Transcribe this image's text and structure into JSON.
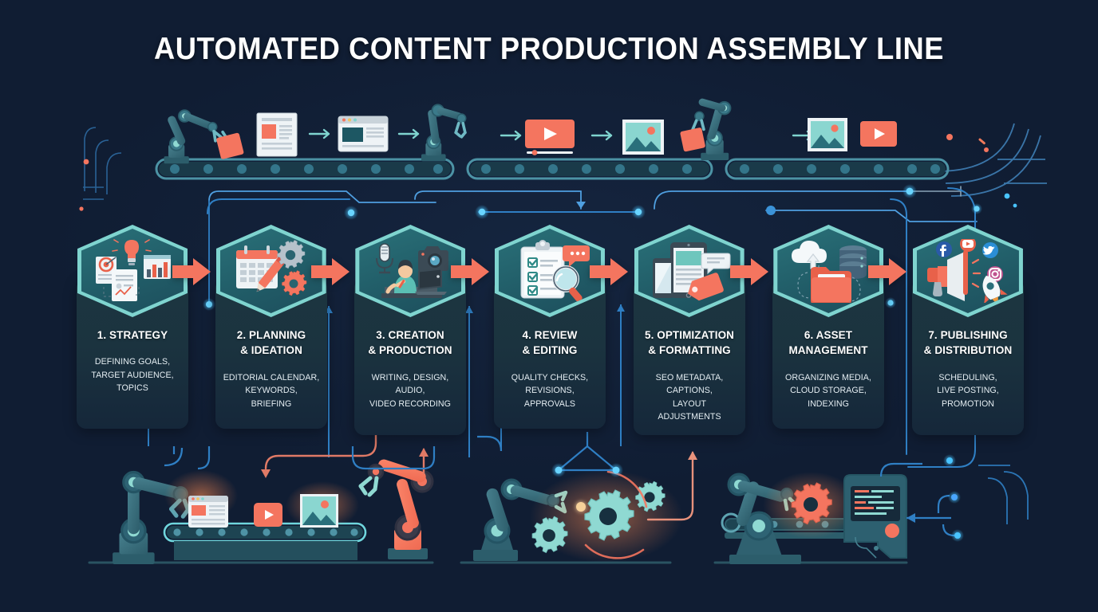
{
  "header": {
    "title": "AUTOMATED CONTENT PRODUCTION ASSEMBLY LINE"
  },
  "theme": {
    "background": "#101d33",
    "hex_border": "#7fd4cf",
    "hex_fill": "#256570",
    "card_fill": "#1b333f",
    "arrow_orange": "#f4755f",
    "accent_blue": "#2a9df4",
    "node_glow": "#3fb6ff",
    "text_primary": "#ffffff",
    "text_secondary": "#e4edf2",
    "robot_teal": "#3b6a78",
    "gear_teal": "#8fd9d2"
  },
  "steps": [
    {
      "id": "strategy",
      "title": "1. STRATEGY",
      "desc": "DEFINING GOALS,\nTARGET AUDIENCE,\nTOPICS",
      "icon": "lightbulb-target-chart-icon"
    },
    {
      "id": "planning-ideation",
      "title": "2. PLANNING\n& IDEATION",
      "desc": "EDITORIAL CALENDAR,\nKEYWORDS,\nBRIEFING",
      "icon": "calendar-pencil-gears-icon"
    },
    {
      "id": "creation-production",
      "title": "3. CREATION\n& PRODUCTION",
      "desc": "WRITING, DESIGN,\nAUDIO,\nVIDEO RECORDING",
      "icon": "creator-laptop-mic-camera-icon"
    },
    {
      "id": "review-editing",
      "title": "4. REVIEW\n& EDITING",
      "desc": "QUALITY CHECKS,\nREVISIONS,\nAPPROVALS",
      "icon": "clipboard-checklist-magnifier-icon"
    },
    {
      "id": "optimization-formatting",
      "title": "5. OPTIMIZATION\n& FORMATTING",
      "desc": "SEO METADATA,\nCAPTIONS,\nLAYOUT ADJUSTMENTS",
      "icon": "tablet-phone-tag-icon"
    },
    {
      "id": "asset-management",
      "title": "6. ASSET\nMANAGEMENT",
      "desc": "ORGANIZING MEDIA,\nCLOUD STORAGE,\nINDEXING",
      "icon": "cloud-database-folder-icon"
    },
    {
      "id": "publishing-distribution",
      "title": "7. PUBLISHING\n& DISTRIBUTION",
      "desc": "SCHEDULING,\nLIVE POSTING,\nPROMOTION",
      "icon": "megaphone-social-rocket-icon"
    }
  ],
  "top_conveyor": {
    "items": [
      "robot-arm-icon",
      "document-icon",
      "browser-window-icon",
      "robot-arm-icon",
      "video-player-icon",
      "image-frame-icon",
      "robot-arm-icon",
      "image-frame-icon",
      "video-player-icon"
    ],
    "belt_count": 3
  },
  "bottom_scene": {
    "left": {
      "items": [
        "robot-arm-icon",
        "browser-window-icon",
        "video-player-icon",
        "image-frame-icon",
        "robot-arm-orange-icon"
      ],
      "label": "conveyor-assembly-left"
    },
    "middle": {
      "items": [
        "robot-arm-icon",
        "gear-cluster-icon"
      ],
      "label": "gear-assembly-middle"
    },
    "right": {
      "items": [
        "robot-arm-icon",
        "orange-gear-icon",
        "control-terminal-icon"
      ],
      "label": "terminal-assembly-right"
    }
  },
  "social_icons": [
    "facebook-icon",
    "youtube-icon",
    "twitter-icon",
    "instagram-icon"
  ]
}
